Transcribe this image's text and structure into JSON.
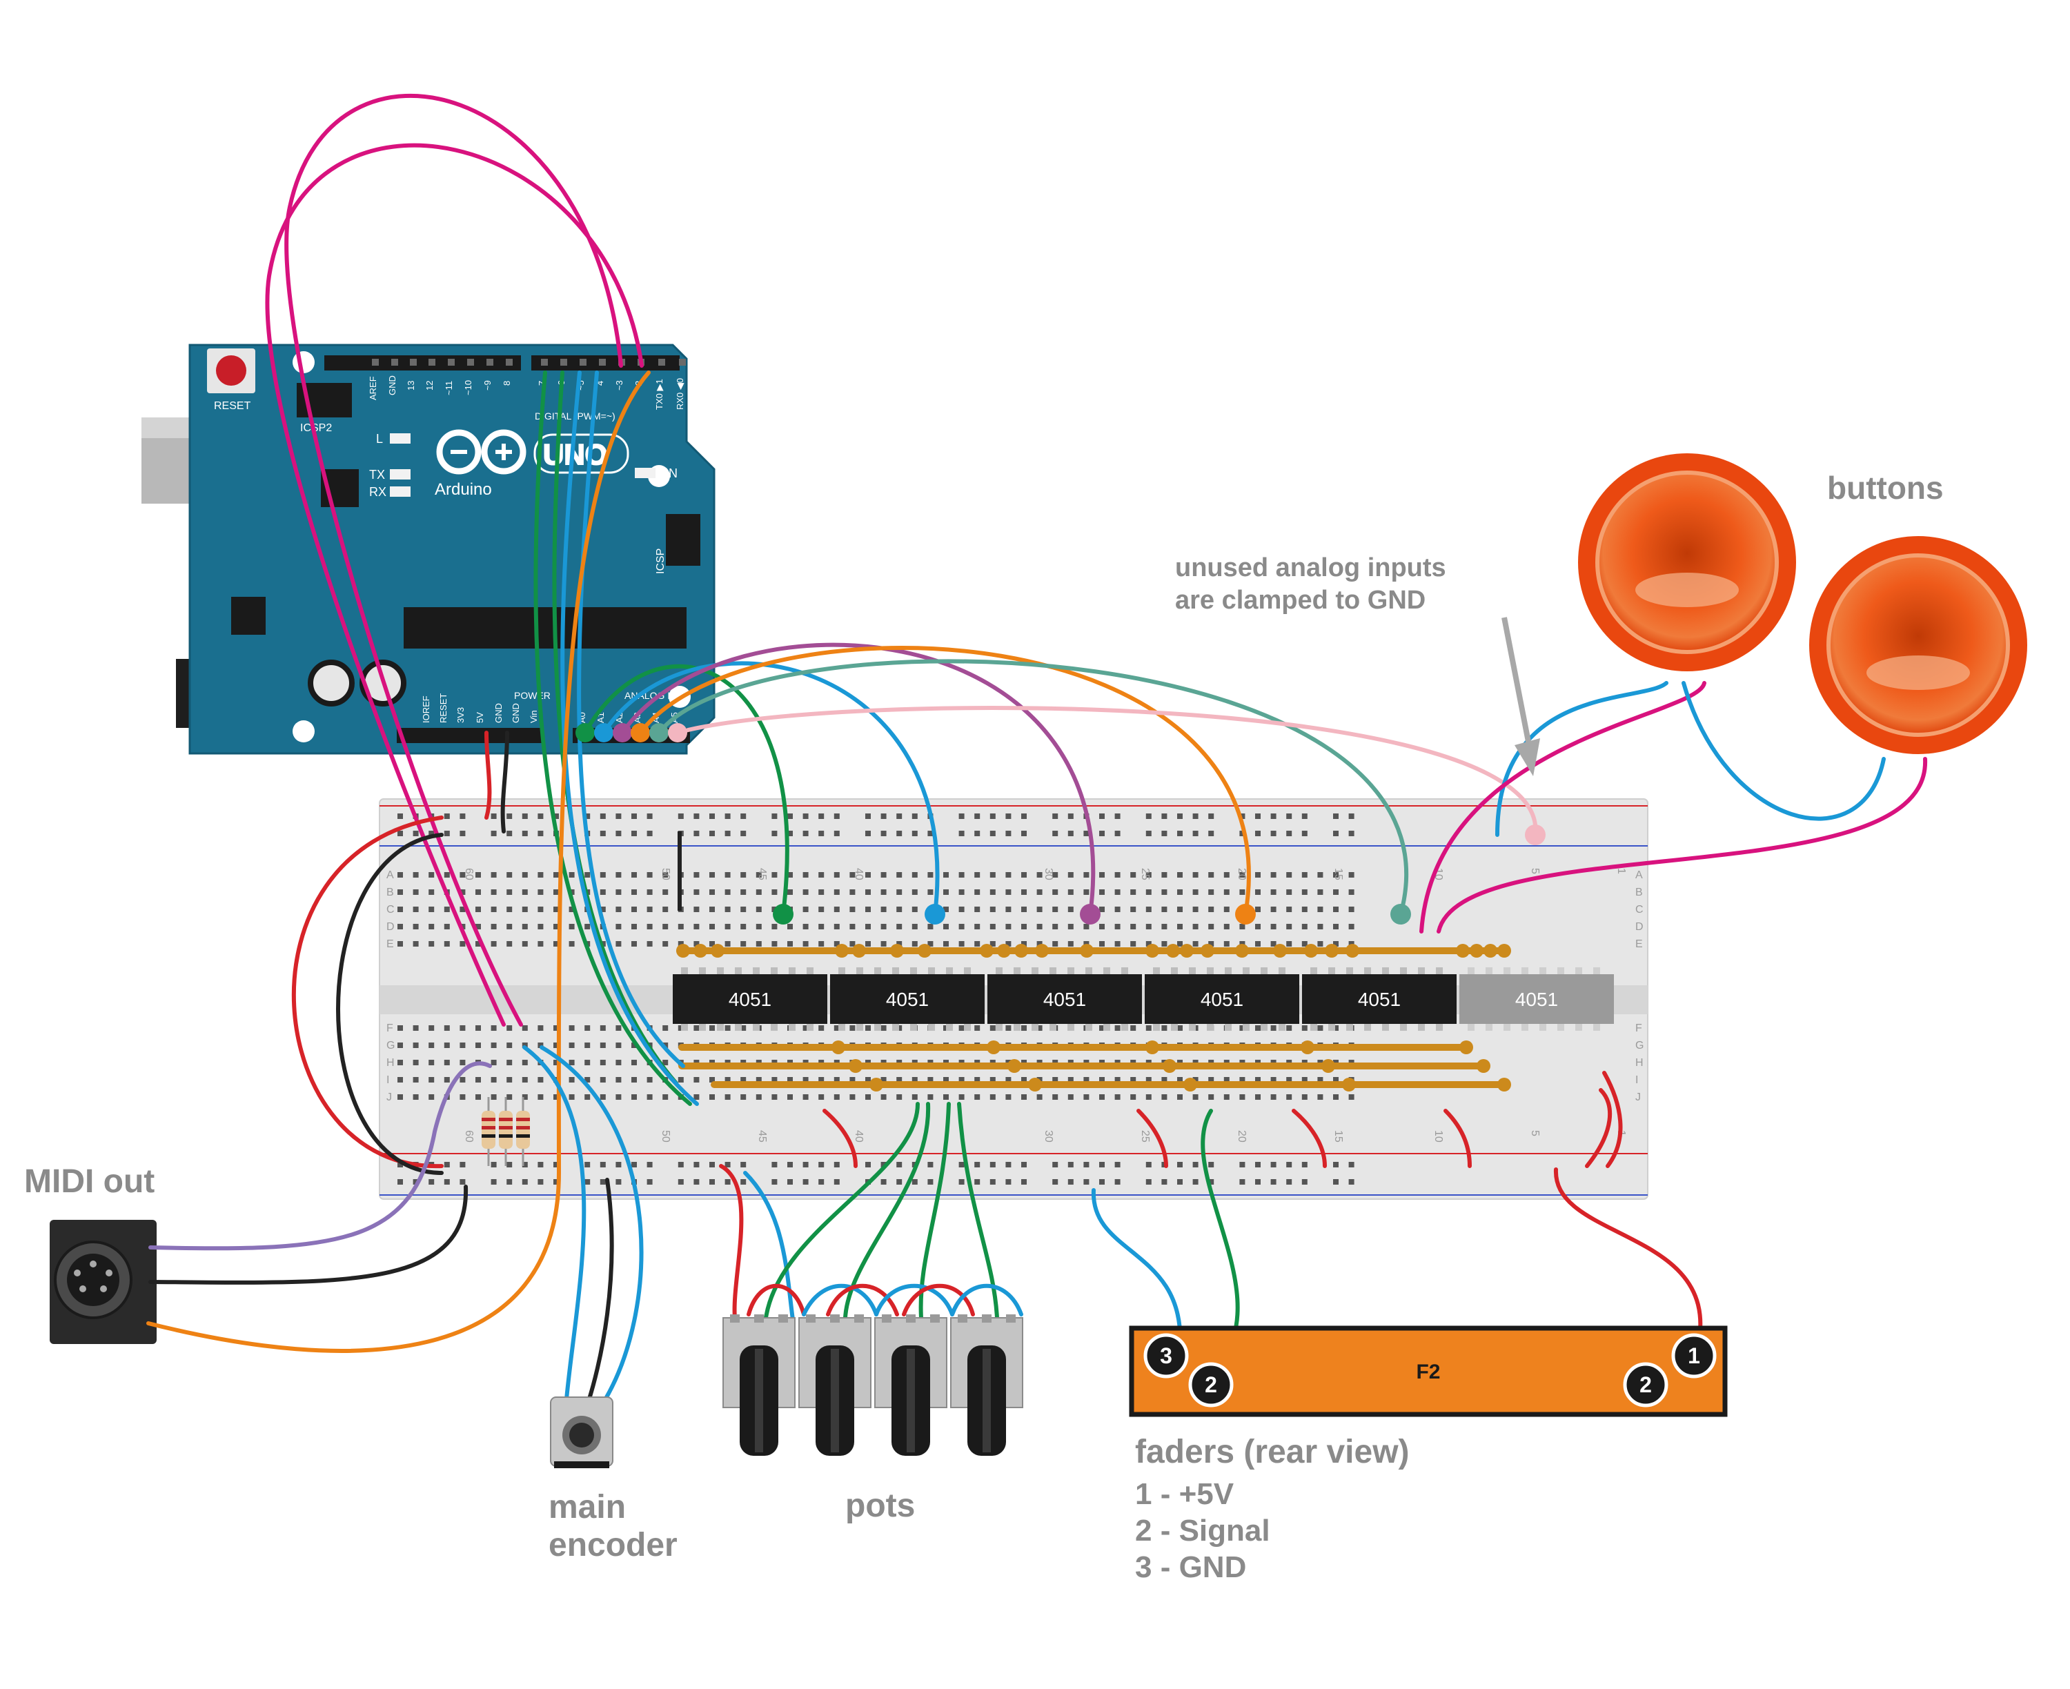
{
  "arduino": {
    "reset_label": "RESET",
    "icsp2_label": "ICSP2",
    "icsp_label": "ICSP",
    "brand": "Arduino",
    "model": "UNO",
    "on_label": "ON",
    "l_label": "L",
    "tx_label": "TX",
    "rx_label": "RX",
    "digital_label": "DIGITAL (PWM=~)",
    "power_label": "POWER",
    "analog_label": "ANALOG IN",
    "top_pins": [
      "AREF",
      "GND",
      "13",
      "12",
      "~11",
      "~10",
      "~9",
      "8",
      "7",
      "~6",
      "~5",
      "4",
      "~3",
      "2",
      "TX0 ▶1",
      "RX0 ◀0"
    ],
    "bottom_pins": [
      "IOREF",
      "RESET",
      "3V3",
      "5V",
      "GND",
      "GND",
      "Vin",
      "A0",
      "A1",
      "A2",
      "A3",
      "A4",
      "A5"
    ]
  },
  "chips": [
    "4051",
    "4051",
    "4051",
    "4051",
    "4051",
    "4051"
  ],
  "breadboard_numbers": [
    "60",
    "50",
    "45",
    "40",
    "30",
    "25",
    "20",
    "15",
    "10",
    "5",
    "1"
  ],
  "breadboard_rows_top": [
    "A",
    "B",
    "C",
    "D",
    "E"
  ],
  "breadboard_rows_bottom": [
    "F",
    "G",
    "H",
    "I",
    "J"
  ],
  "labels": {
    "buttons": "buttons",
    "unused_note_line1": "unused analog inputs",
    "unused_note_line2": "are clamped  to GND",
    "midi_out": "MIDI out",
    "main_encoder_line1": "main",
    "main_encoder_line2": "encoder",
    "pots": "pots",
    "fader_name": "F2",
    "faders_title": "faders (rear view)",
    "fader_legend": [
      "1 - +5V",
      "2 - Signal",
      "3 - GND"
    ]
  },
  "fader_pins": [
    "3",
    "2",
    "2",
    "1"
  ],
  "colors": {
    "arduino_board": "#1a6f8f",
    "breadboard": "#e4e4e4",
    "chip": "#1c1c1c",
    "chip_unused": "#9a9a9a",
    "fader_body": "#ee821e",
    "button": "#ee4a10",
    "wire_magenta": "#d8127e",
    "wire_blue": "#1a98d6",
    "wire_green": "#119146",
    "wire_orange": "#ee8214",
    "wire_purple": "#a34d95",
    "wire_teal": "#5aa594",
    "wire_pink": "#f3b6c0",
    "wire_red": "#d72328",
    "wire_black": "#222222",
    "wire_lavender": "#8a72b8",
    "trace_gold": "#cc8a1c"
  }
}
